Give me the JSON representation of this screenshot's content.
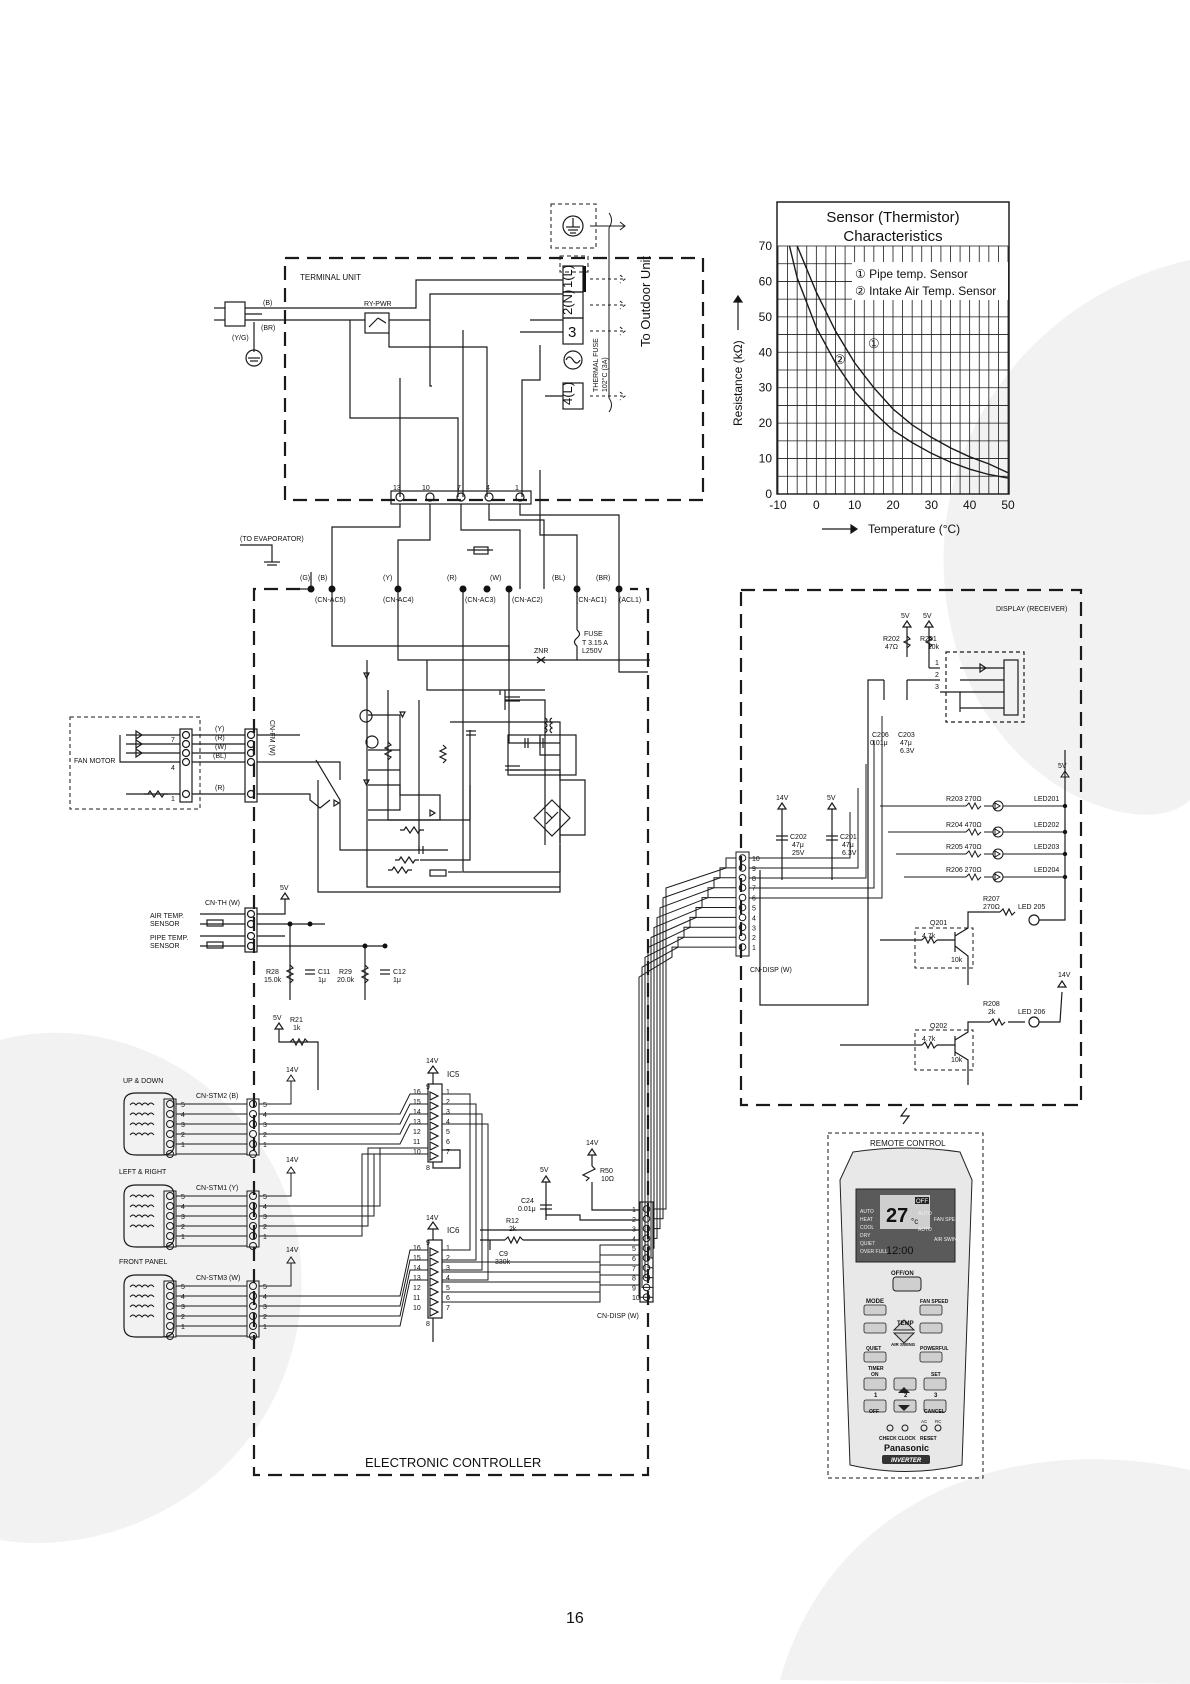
{
  "page_number": "16",
  "power": {
    "terminal_unit": "TERMINAL UNIT",
    "relay": "RY-PWR",
    "wire_b": "(B)",
    "wire_br": "(BR)",
    "wire_yg": "(Y/G)",
    "to_outdoor": "To Outdoor Unit",
    "terminals": [
      "1(L)",
      "2(N)",
      "3",
      "4(L)"
    ],
    "thermal_fuse": "THERMAL FUSE",
    "thermal_fuse_rating": "102°C  (3A)",
    "connector_pins": [
      "13",
      "10",
      "7",
      "4",
      "1"
    ],
    "to_evaporator": "(TO EVAPORATOR)",
    "wire_colors": [
      "(G)",
      "(B)",
      "(Y)",
      "(R)",
      "(W)",
      "(BL)",
      "(BR)"
    ],
    "connectors": [
      "(CN-AC5)",
      "(CN-AC4)",
      "(CN-AC3)",
      "(CN-AC2)",
      "(CN-AC1)",
      "(ACL1)"
    ],
    "fuse": "FUSE",
    "fuse_rating_1": "T 3.15 A",
    "fuse_rating_2": "L250V",
    "znr": "ZNR"
  },
  "sensor_chart": {
    "title_1": "Sensor (Thermistor)",
    "title_2": "Characteristics",
    "legend_1": "① Pipe temp. Sensor",
    "legend_2": "② Intake Air Temp. Sensor",
    "curve_1_label": "①",
    "curve_2_label": "②",
    "x_ticks": [
      "-10",
      "0",
      "10",
      "20",
      "30",
      "40",
      "50"
    ],
    "y_ticks": [
      "0",
      "10",
      "20",
      "30",
      "40",
      "50",
      "60",
      "70"
    ],
    "ylabel": "Resistance (kΩ)",
    "xlabel": "Temperature (°C)"
  },
  "chart_data": {
    "type": "line",
    "title": "Sensor (Thermistor) Characteristics",
    "xlabel": "Temperature (°C)",
    "ylabel": "Resistance (kΩ)",
    "xlim": [
      -10,
      50
    ],
    "ylim": [
      0,
      70
    ],
    "grid": true,
    "legend_placement": "top-right",
    "series": [
      {
        "name": "① Pipe temp. Sensor",
        "x": [
          -5,
          0,
          5,
          10,
          15,
          20,
          25,
          30,
          35,
          40,
          45,
          50
        ],
        "values": [
          70,
          57,
          46,
          37,
          30,
          24,
          19.5,
          16,
          13,
          10.5,
          8.5,
          6
        ]
      },
      {
        "name": "② Intake Air Temp. Sensor",
        "x": [
          -7,
          -5,
          0,
          5,
          10,
          15,
          20,
          25,
          30,
          35,
          40,
          45,
          50
        ],
        "values": [
          70,
          61,
          47,
          37,
          29,
          23,
          18,
          14.5,
          11.5,
          9,
          7,
          5.5,
          4.5
        ]
      }
    ]
  },
  "fan_motor": {
    "label": "FAN MOTOR",
    "connector": "CN-FM (W)",
    "wires": [
      "(Y)",
      "(R)",
      "(W)",
      "(BL)",
      "(R)"
    ],
    "pins": [
      "7",
      "4",
      "1"
    ]
  },
  "sensors": {
    "connector": "CN-TH (W)",
    "air": [
      "AIR TEMP.",
      "SENSOR"
    ],
    "pipe": [
      "PIPE TEMP.",
      "SENSOR"
    ],
    "v5": "5V",
    "parts": [
      {
        "name": "R28",
        "value": "15.0k"
      },
      {
        "name": "C11",
        "value": "1μ"
      },
      {
        "name": "R29",
        "value": "20.0k"
      },
      {
        "name": "C12",
        "value": "1μ"
      }
    ]
  },
  "steppers": {
    "r21": "R21",
    "r21_value": "1k",
    "v5": "5V",
    "v14": "14V",
    "groups": [
      {
        "title": "UP & DOWN",
        "connector": "CN-STM2 (B)"
      },
      {
        "title": "LEFT & RIGHT",
        "connector": "CN-STM1 (Y)"
      },
      {
        "title": "FRONT PANEL",
        "connector": "CN-STM3 (W)"
      }
    ],
    "ic5": "IC5",
    "ic6": "IC6",
    "ic_left_pins": [
      "16",
      "15",
      "14",
      "13",
      "12",
      "11",
      "10"
    ],
    "ic_right_pins": [
      "1",
      "2",
      "3",
      "4",
      "5",
      "6",
      "7"
    ],
    "ic_top_pin": "9",
    "ic_bottom_pin": "8",
    "stm_pins": [
      "5",
      "4",
      "3",
      "2",
      "1"
    ]
  },
  "controller_misc": {
    "c24": "C24",
    "c24_value": "0.01μ",
    "r12": "R12",
    "r12_value": "2k",
    "c9": "C9",
    "c9_value": "330k",
    "r50": "R50",
    "r50_value": "10Ω",
    "v5": "5V",
    "v14": "14V",
    "cn_disp": "CN-DISP (W)",
    "disp_pins": [
      "1",
      "2",
      "3",
      "4",
      "5",
      "6",
      "7",
      "8",
      "9",
      "10"
    ],
    "title": "ELECTRONIC CONTROLLER"
  },
  "display": {
    "title": "DISPLAY (RECEIVER)",
    "r202": "R202",
    "r202_value": "47Ω",
    "r201": "R201",
    "r201_value": "10k",
    "v5": "5V",
    "v14": "14V",
    "c206": "C206",
    "c206_value": "0.01μ",
    "c203": "C203",
    "c203_value": "47μ",
    "c203_volt": "6.3V",
    "c202": "C202",
    "c202_value": "47μ",
    "c202_volt": "25V",
    "c201": "C201",
    "c201_value": "47μ",
    "c201_volt": "6.3V",
    "led_rows": [
      {
        "res": "R203 270Ω",
        "led": "LED201"
      },
      {
        "res": "R204 470Ω",
        "led": "LED202"
      },
      {
        "res": "R205 470Ω",
        "led": "LED203"
      },
      {
        "res": "R206 270Ω",
        "led": "LED204"
      }
    ],
    "r207": "R207",
    "r207_value": "270Ω",
    "led205": "LED 205",
    "q201": "Q201",
    "r208": "R208",
    "r208_value": "2k",
    "led206": "LED 206",
    "q202": "Q202",
    "res_47k": "4.7k",
    "res_10k": "10k",
    "cn_disp": "CN-DISP (W)",
    "pins": [
      "10",
      "9",
      "8",
      "7",
      "6",
      "5",
      "4",
      "3",
      "2",
      "1"
    ],
    "receiver_pins": [
      "1",
      "2",
      "3"
    ]
  },
  "remote": {
    "title": "REMOTE CONTROL",
    "temp": "27",
    "temp_unit": "°c",
    "clock": "12:00",
    "off_badge": "OFF",
    "modes": [
      "AUTO",
      "HEAT",
      "COOL",
      "DRY",
      "QUIET",
      "OVER FULL"
    ],
    "right_auto_1": "AUTO",
    "fan_speed": "FAN SPEED",
    "right_auto_2": "AUTO",
    "air_swing": "AIR SWING",
    "off_on": "OFF/ON",
    "mode": "MODE",
    "fan_speed_btn": "FAN SPEED",
    "temp_btn": "TEMP",
    "quiet": "QUIET",
    "air_swing_btn": "AIR SWING",
    "powerful": "POWERFUL",
    "timer": "TIMER",
    "on": "ON",
    "set": "SET",
    "num1": "1",
    "num2": "2",
    "num3": "3",
    "off": "OFF",
    "cancel": "CANCEL",
    "ac": "AC",
    "rc": "RC",
    "check": "CHECK",
    "clock_btn": "CLOCK",
    "reset": "RESET",
    "brand": "Panasonic",
    "inverter": "INVERTER"
  }
}
